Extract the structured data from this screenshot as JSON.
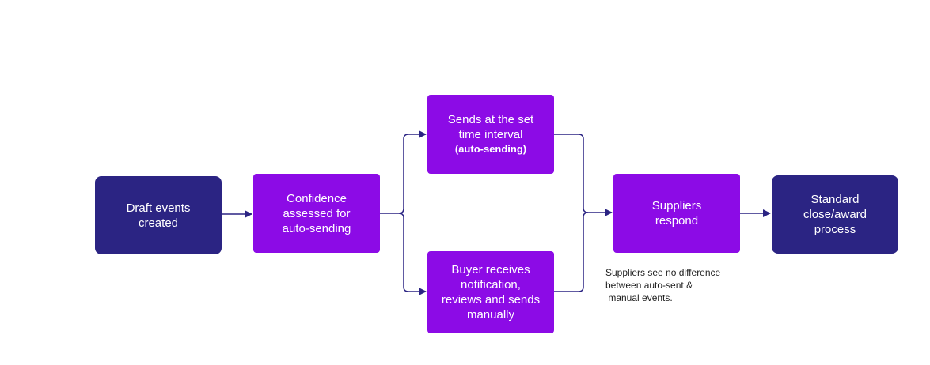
{
  "colors": {
    "dark_node": "#2b2483",
    "purple_node": "#8c0be6",
    "connector": "#2b2483",
    "node_text": "#ffffff",
    "note_text": "#1f1f1f"
  },
  "nodes": {
    "draft": {
      "label": "Draft events\ncreated"
    },
    "confidence": {
      "label": "Confidence\nassessed for\nauto-sending"
    },
    "sends": {
      "label": "Sends at the set\ntime interval",
      "emphasis": "(auto-sending)"
    },
    "buyer": {
      "label": "Buyer receives\nnotification,\nreviews and sends\nmanually"
    },
    "suppliers": {
      "label": "Suppliers\nrespond"
    },
    "standard": {
      "label": "Standard\nclose/award\nprocess"
    }
  },
  "note": {
    "text": "Suppliers see no difference\nbetween auto-sent &\n manual events."
  },
  "edges": [
    {
      "from": "draft",
      "to": "confidence"
    },
    {
      "from": "confidence",
      "to": "sends"
    },
    {
      "from": "confidence",
      "to": "buyer"
    },
    {
      "from": "sends",
      "to": "suppliers"
    },
    {
      "from": "buyer",
      "to": "suppliers"
    },
    {
      "from": "suppliers",
      "to": "standard"
    }
  ]
}
